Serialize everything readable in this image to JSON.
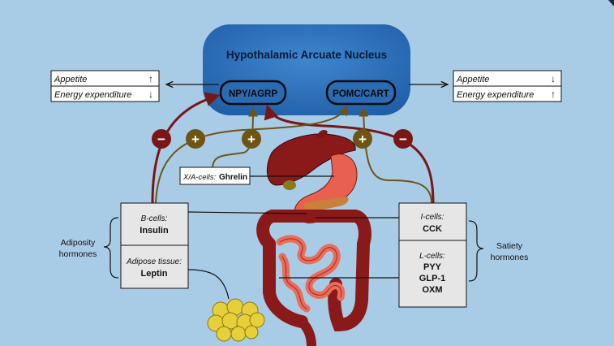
{
  "nucleus": {
    "title": "Hypothalamic Arcuate Nucleus",
    "npy": "NPY/AGRP",
    "pomc": "POMC/CART"
  },
  "left_box": {
    "row1_label": "Appetite",
    "row1_arrow": "↑",
    "row2_label": "Energy expenditure",
    "row2_arrow": "↓"
  },
  "right_box": {
    "row1_label": "Appetite",
    "row1_arrow": "↓",
    "row2_label": "Energy expenditure",
    "row2_arrow": "↑"
  },
  "ghrelin_label": {
    "cell": "X/A-cells:",
    "hormone": "Ghrelin"
  },
  "left_panel": {
    "cell1": "B-cells:",
    "hormone1": "Insulin",
    "cell2": "Adipose tissue:",
    "hormone2": "Leptin"
  },
  "right_panel": {
    "cell1": "I-cells:",
    "hormone1": "CCK",
    "cell2": "L-cells:",
    "hormone2a": "PYY",
    "hormone2b": "GLP-1",
    "hormone2c": "OXM"
  },
  "group_labels": {
    "adiposity_line1": "Adiposity",
    "adiposity_line2": "hormones",
    "satiety_line1": "Satiety",
    "satiety_line2": "hormones"
  },
  "signs": {
    "minus": "−",
    "plus": "+"
  },
  "colors": {
    "background": "#a9cce6",
    "nucleus": "#2f72b8",
    "inhibit": "#7a1616",
    "stimulate": "#6e5514",
    "organ": "#8a1a1a",
    "fat": "#e6cf3a"
  }
}
